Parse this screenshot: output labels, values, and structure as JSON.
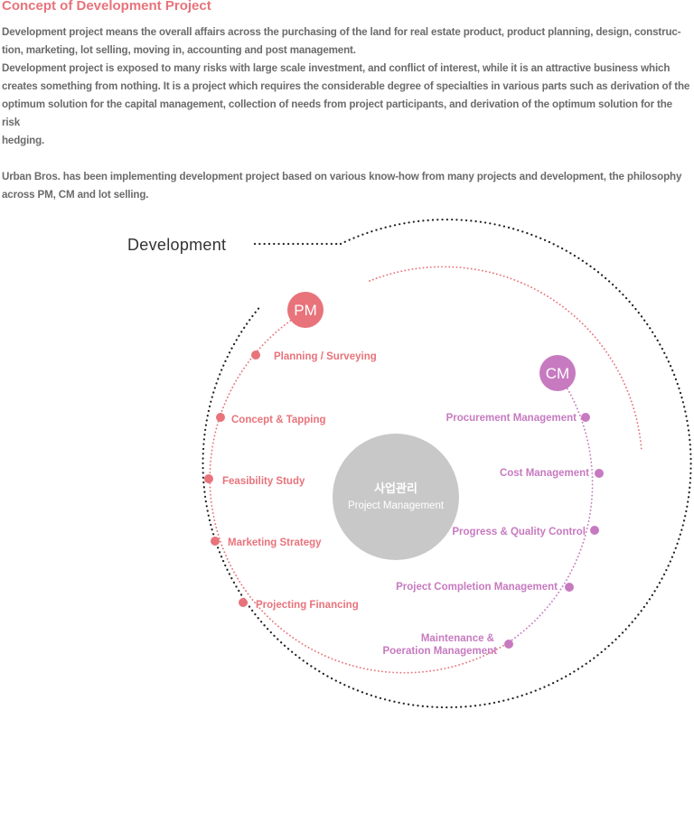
{
  "page": {
    "title": "Concept of Development Project",
    "paragraphs": [
      "Development project means the overall affairs across the purchasing of the land for real estate product, product planning, design, construc-\ntion, marketing, lot selling, moving in, accounting and post management.",
      "Development project is exposed to many risks with large scale investment, and conflict of interest, while it is an attractive business which\ncreates something from nothing. It is a project which requires the considerable degree of specialties in various parts such as derivation of the\noptimum solution for the capital management, collection of needs from project participants, and derivation of the optimum solution for the risk\nhedging.",
      "Urban Bros. has been implementing development project based on various know-how from many projects and development, the philosophy\nacross PM, CM and lot selling."
    ]
  },
  "diagram": {
    "outer_label": "Development",
    "pm_badge": "PM",
    "cm_badge": "CM",
    "center_title": "사업관리",
    "center_subtitle": "Project Management",
    "pm_items": [
      "Planning / Surveying",
      "Concept & Tapping",
      "Feasibility Study",
      "Marketing Strategy",
      "Projecting Financing"
    ],
    "cm_items": [
      "Procurement Management",
      "Cost Management",
      "Progress & Quality Control",
      "Project Completion Management",
      "Maintenance &",
      "Poeration Management"
    ],
    "colors": {
      "pm": "#e8737b",
      "cm": "#c77ac0",
      "outer_dots": "#222222",
      "center": "#c8c8c8",
      "title": "#e8737b",
      "body_text": "#6b6b6b"
    }
  }
}
